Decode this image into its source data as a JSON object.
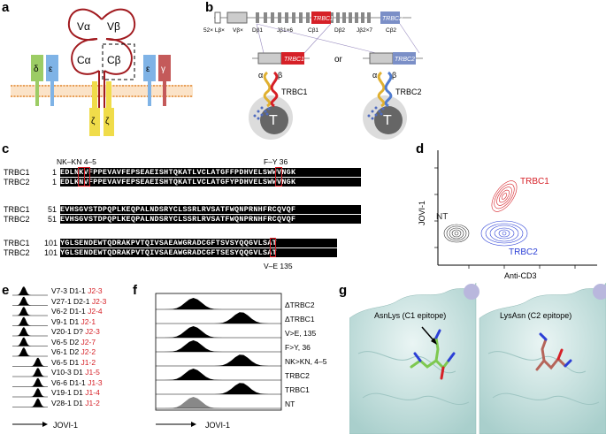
{
  "figure": {
    "panels": [
      "a",
      "b",
      "c",
      "d",
      "e",
      "f",
      "g"
    ]
  },
  "panel_a": {
    "v_alpha": "Vα",
    "v_beta": "Vβ",
    "c_alpha": "Cα",
    "c_beta": "Cβ",
    "delta": "δ",
    "epsilon1": "ε",
    "epsilon2": "ε",
    "gamma": "γ",
    "zeta1": "ζ",
    "zeta2": "ζ",
    "colors": {
      "chain": "#a11a1f",
      "delta": "#9ccc65",
      "epsilon": "#7fb3e6",
      "gamma": "#c45a5a",
      "zeta": "#f0dc4a",
      "membrane": "#e8a05a"
    }
  },
  "panel_b": {
    "locus": {
      "l_beta_label": "52× Lβ×",
      "v_beta_label": "Vβ×",
      "d_beta1": "Dβ1",
      "j_beta1": "Jβ1×6",
      "c_beta1": "Cβ1",
      "d_beta2": "Dβ2",
      "j_beta2": "Jβ2×7",
      "c_beta2": "Cβ2",
      "trbc1_box": "TRBC1",
      "trbc2_box": "TRBC2"
    },
    "or_label": "or",
    "rearranged1": "TRBC1",
    "rearranged2": "TRBC2",
    "cell1": {
      "alpha": "α",
      "beta": "β",
      "label": "TRBC1",
      "t": "T"
    },
    "cell2": {
      "alpha": "α",
      "beta": "β",
      "label": "TRBC2",
      "t": "T"
    },
    "colors": {
      "trbc1": "#d62027",
      "trbc2": "#7b8fc7"
    }
  },
  "panel_c": {
    "top_annotation_1": "NK–KN 4–5",
    "top_annotation_2": "F–Y 36",
    "bottom_annotation": "V–E 135",
    "blocks": [
      {
        "rows": [
          {
            "name": "TRBC1",
            "start": "1",
            "seq": "EDLNKVFPPEVAVFEPSEAEISHTQKATLVCLATGFFPDHVELSWWVNGK"
          },
          {
            "name": "TRBC2",
            "start": "1",
            "seq": "EDLKNVFPPEVAVFEPSEAEISHTQKATLVCLATGFYPDHVELSWWVNGK"
          }
        ]
      },
      {
        "rows": [
          {
            "name": "TRBC1",
            "start": "51",
            "seq": "EVHSGVSTDPQPLKEQPALNDSRYCLSSRLRVSATFWQNPRNHFRCQVQF"
          },
          {
            "name": "TRBC2",
            "start": "51",
            "seq": "EVHSGVSTDPQPLKEQPALNDSRYCLSSRLRVSATFWQNPRNHFRCQVQF"
          }
        ]
      },
      {
        "rows": [
          {
            "name": "TRBC1",
            "start": "101",
            "seq": "YGLSENDEWTQDRAKPVTQIVSAEAWGRADCGFTSVSYQQGVLSAT"
          },
          {
            "name": "TRBC2",
            "start": "101",
            "seq": "YGLSENDEWTQDRAKPVTQIVSAEAWGRADCGFTSESYQQGVLSAT"
          }
        ]
      }
    ]
  },
  "panel_d": {
    "y_label": "JOVI-1",
    "x_label": "Anti-CD3",
    "populations": [
      {
        "name": "TRBC1",
        "color": "#d62027"
      },
      {
        "name": "NT",
        "color": "#333333"
      },
      {
        "name": "TRBC2",
        "color": "#2b3fd6"
      }
    ]
  },
  "panel_e": {
    "x_label": "JOVI-1",
    "rows": [
      {
        "v": "V7-3 D1-1",
        "j": "J2-3",
        "pos": "neg"
      },
      {
        "v": "V27-1 D2-1",
        "j": "J2-3",
        "pos": "neg"
      },
      {
        "v": "V6-2 D1-1",
        "j": "J2-4",
        "pos": "neg"
      },
      {
        "v": "V9-1 D1",
        "j": "J2-1",
        "pos": "neg"
      },
      {
        "v": "V20-1 D?",
        "j": "J2-3",
        "pos": "neg"
      },
      {
        "v": "V6-5 D2",
        "j": "J2-7",
        "pos": "neg"
      },
      {
        "v": "V6-1 D2",
        "j": "J2-2",
        "pos": "neg"
      },
      {
        "v": "V6-5 D1",
        "j": "J1-2",
        "pos": "pos"
      },
      {
        "v": "V10-3 D1",
        "j": "J1-5",
        "pos": "pos"
      },
      {
        "v": "V6-6 D1-1",
        "j": "J1-3",
        "pos": "pos"
      },
      {
        "v": "V19-1 D1",
        "j": "J1-4",
        "pos": "pos"
      },
      {
        "v": "V28-1 D1",
        "j": "J1-2",
        "pos": "pos"
      }
    ]
  },
  "panel_f": {
    "x_label": "JOVI-1",
    "rows": [
      {
        "label": "ΔTRBC2",
        "pos": "neg"
      },
      {
        "label": "ΔTRBC1",
        "pos": "pos"
      },
      {
        "label": "V>E, 135",
        "pos": "neg"
      },
      {
        "label": "F>Y, 36",
        "pos": "neg"
      },
      {
        "label": "NK>KN, 4–5",
        "pos": "pos"
      },
      {
        "label": "TRBC2",
        "pos": "neg"
      },
      {
        "label": "TRBC1",
        "pos": "pos"
      },
      {
        "label": "NT",
        "pos": "neg",
        "gray": true
      }
    ]
  },
  "panel_g": {
    "left_label": "AsnLys (C1 epitope)",
    "right_label": "LysAsn (C2 epitope)",
    "colors": {
      "surface": "#cfe6e4",
      "left_stick": "#7ec850",
      "right_stick": "#b5655a"
    }
  }
}
